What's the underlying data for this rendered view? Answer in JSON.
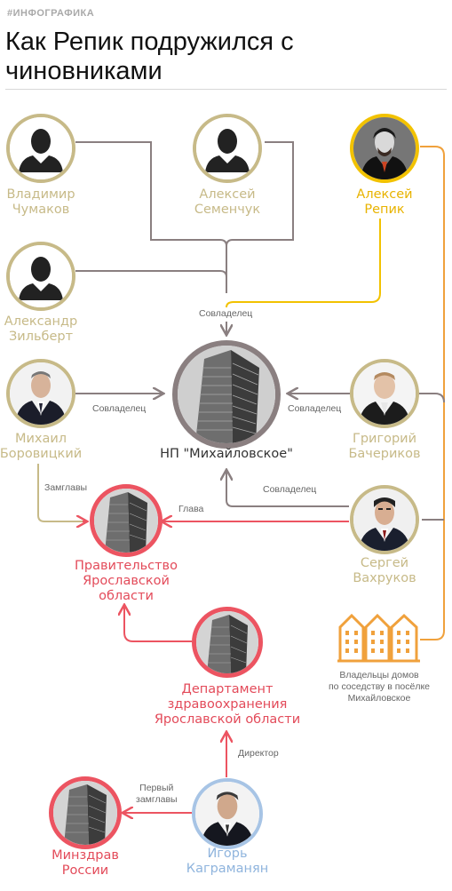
{
  "header": {
    "tag": "#ИНФОГРАФИКА",
    "title": "Как Репик подружился с чиновниками"
  },
  "nodes": {
    "chumakov": "Владимир\nЧумаков",
    "semenchuk": "Алексей\nСеменчук",
    "repik": "Алексей\nРепик",
    "zilbert": "Александр\nЗильберт",
    "borovitsky": "Михаил\nБоровицкий",
    "np": "НП \"Михайловское\"",
    "bacherikov": "Григорий\nБачериков",
    "government": "Правительство\nЯрославской\nобласти",
    "vakhrukov": "Сергей\nВахруков",
    "owners": "Владельцы домов\nпо соседству в посёлке\nМихайловское",
    "department": "Департамент\nздравоохранения\nЯрославской области",
    "kagramanyan": "Игорь\nКаграманян",
    "minzdrav": "Минздрав\nРоссии"
  },
  "relations": {
    "coowner_top": "Совладелец",
    "coowner_left": "Совладелец",
    "coowner_right": "Совладелец",
    "coowner_vakhrukov": "Совладелец",
    "deputy_head": "Замглавы",
    "head": "Глава",
    "director": "Директор",
    "first_deputy": "Первый\nзамглавы"
  },
  "colors": {
    "beige": "#c7ba88",
    "yellow": "#f2c200",
    "gray": "#8a7f80",
    "red": "#ec5461",
    "orange": "#f0a13c",
    "blue": "#a7c4e5"
  }
}
